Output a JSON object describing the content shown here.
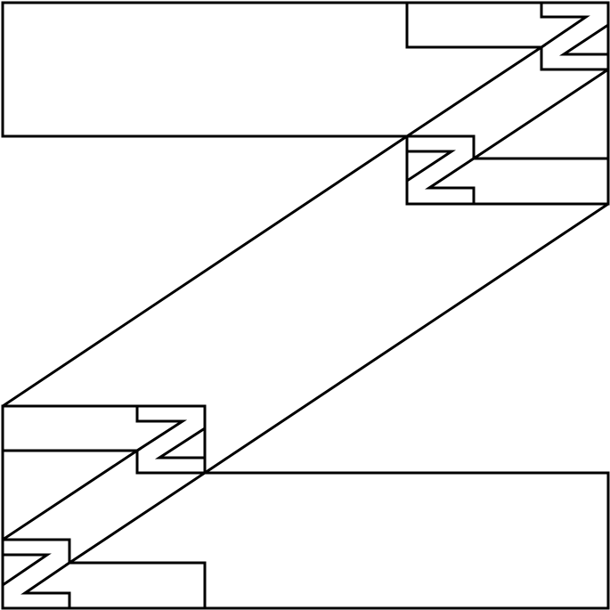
{
  "figure": {
    "description": "",
    "stroke_color": "#000000",
    "background_color": "#ffffff",
    "shapes": [
      {
        "name": "z-level-0",
        "kind": "letter-z-outline",
        "level": 0
      },
      {
        "name": "z-level-1-top",
        "kind": "letter-z-outline",
        "level": 1
      },
      {
        "name": "z-level-1-bottom",
        "kind": "letter-z-outline",
        "level": 1
      },
      {
        "name": "z-level-2-top-a",
        "kind": "letter-z-outline",
        "level": 2
      },
      {
        "name": "z-level-2-top-b",
        "kind": "letter-z-outline",
        "level": 2
      },
      {
        "name": "z-level-2-bottom-a",
        "kind": "letter-z-outline",
        "level": 2
      },
      {
        "name": "z-level-2-bottom-b",
        "kind": "letter-z-outline",
        "level": 2
      }
    ]
  }
}
